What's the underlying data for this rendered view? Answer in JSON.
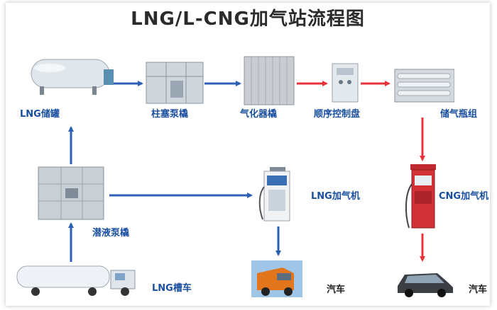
{
  "title": "LNG/L-CNG加气站流程图",
  "nodes": {
    "lng_tank": "LNG储罐",
    "piston_pump": "柱塞泵橇",
    "vaporizer": "气化器橇",
    "control_panel": "顺序控制盘",
    "storage_bank": "储气瓶组",
    "submerged_pump": "潜液泵橇",
    "lng_dispenser": "LNG加气机",
    "cng_dispenser": "CNG加气机",
    "lng_tanker": "LNG槽车",
    "car_lng": "汽车",
    "car_cng": "汽车"
  },
  "colors": {
    "blue_arrow": "#2d5fb4",
    "red_arrow": "#e8323a",
    "label_blue": "#1a4fa0"
  }
}
